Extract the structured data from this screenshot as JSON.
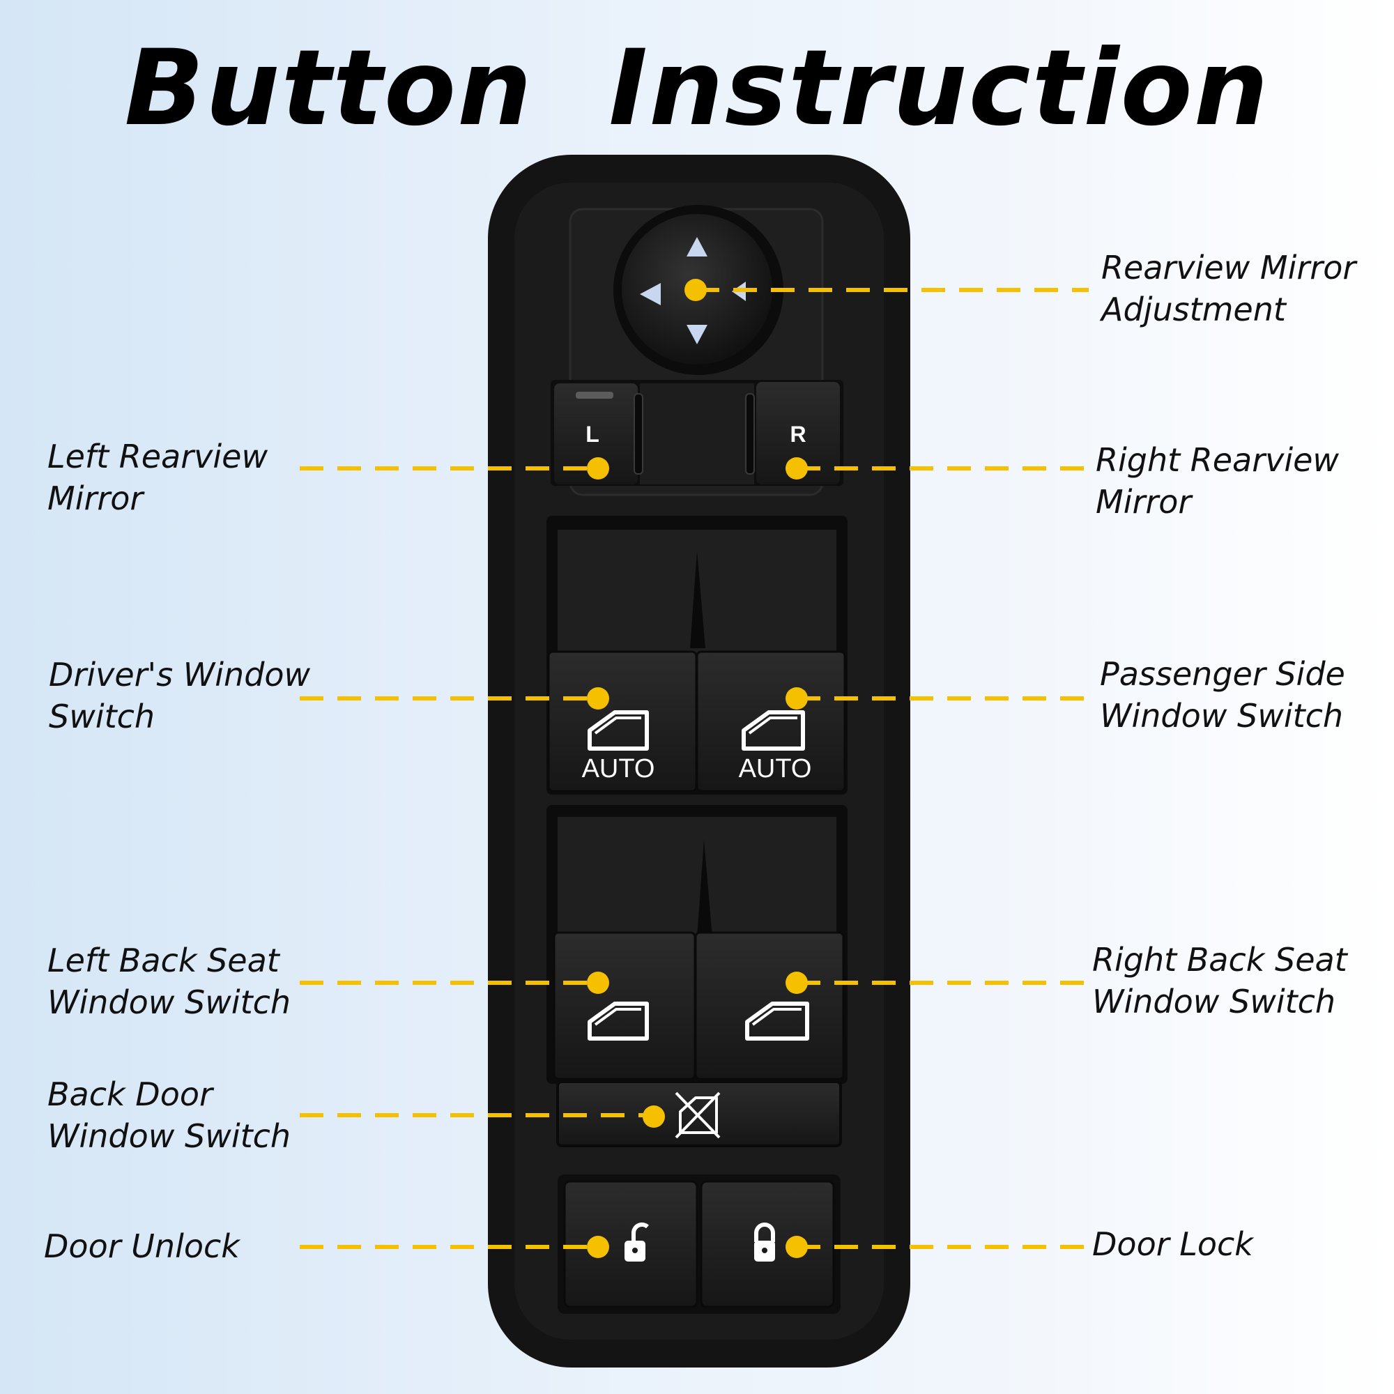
{
  "title": "Button  Instruction",
  "colors": {
    "accent": "#f5c000",
    "panel": "#141414",
    "background": "#e3eef9"
  },
  "switch": {
    "mirror_button_labels": {
      "left": "L",
      "right": "R"
    },
    "window_button_text": "AUTO",
    "icons": [
      "arrow-up-icon",
      "arrow-down-icon",
      "arrow-left-icon",
      "arrow-right-icon",
      "window-icon",
      "window-lockout-icon",
      "unlock-icon",
      "lock-icon"
    ]
  },
  "labels": {
    "mirror_adjust": [
      "Rearview Mirror",
      "Adjustment"
    ],
    "left_mirror": [
      "Left Rearview",
      "Mirror"
    ],
    "right_mirror": [
      "Right Rearview",
      "Mirror"
    ],
    "driver_window": [
      "Driver's Window",
      "Switch"
    ],
    "passenger_window": [
      "Passenger Side",
      "Window Switch"
    ],
    "left_back_window": [
      "Left Back Seat",
      "Window Switch"
    ],
    "right_back_window": [
      "Right Back Seat",
      "Window Switch"
    ],
    "back_door_window": [
      "Back Door",
      "Window Switch"
    ],
    "door_unlock": [
      "Door Unlock"
    ],
    "door_lock": [
      "Door Lock"
    ]
  }
}
